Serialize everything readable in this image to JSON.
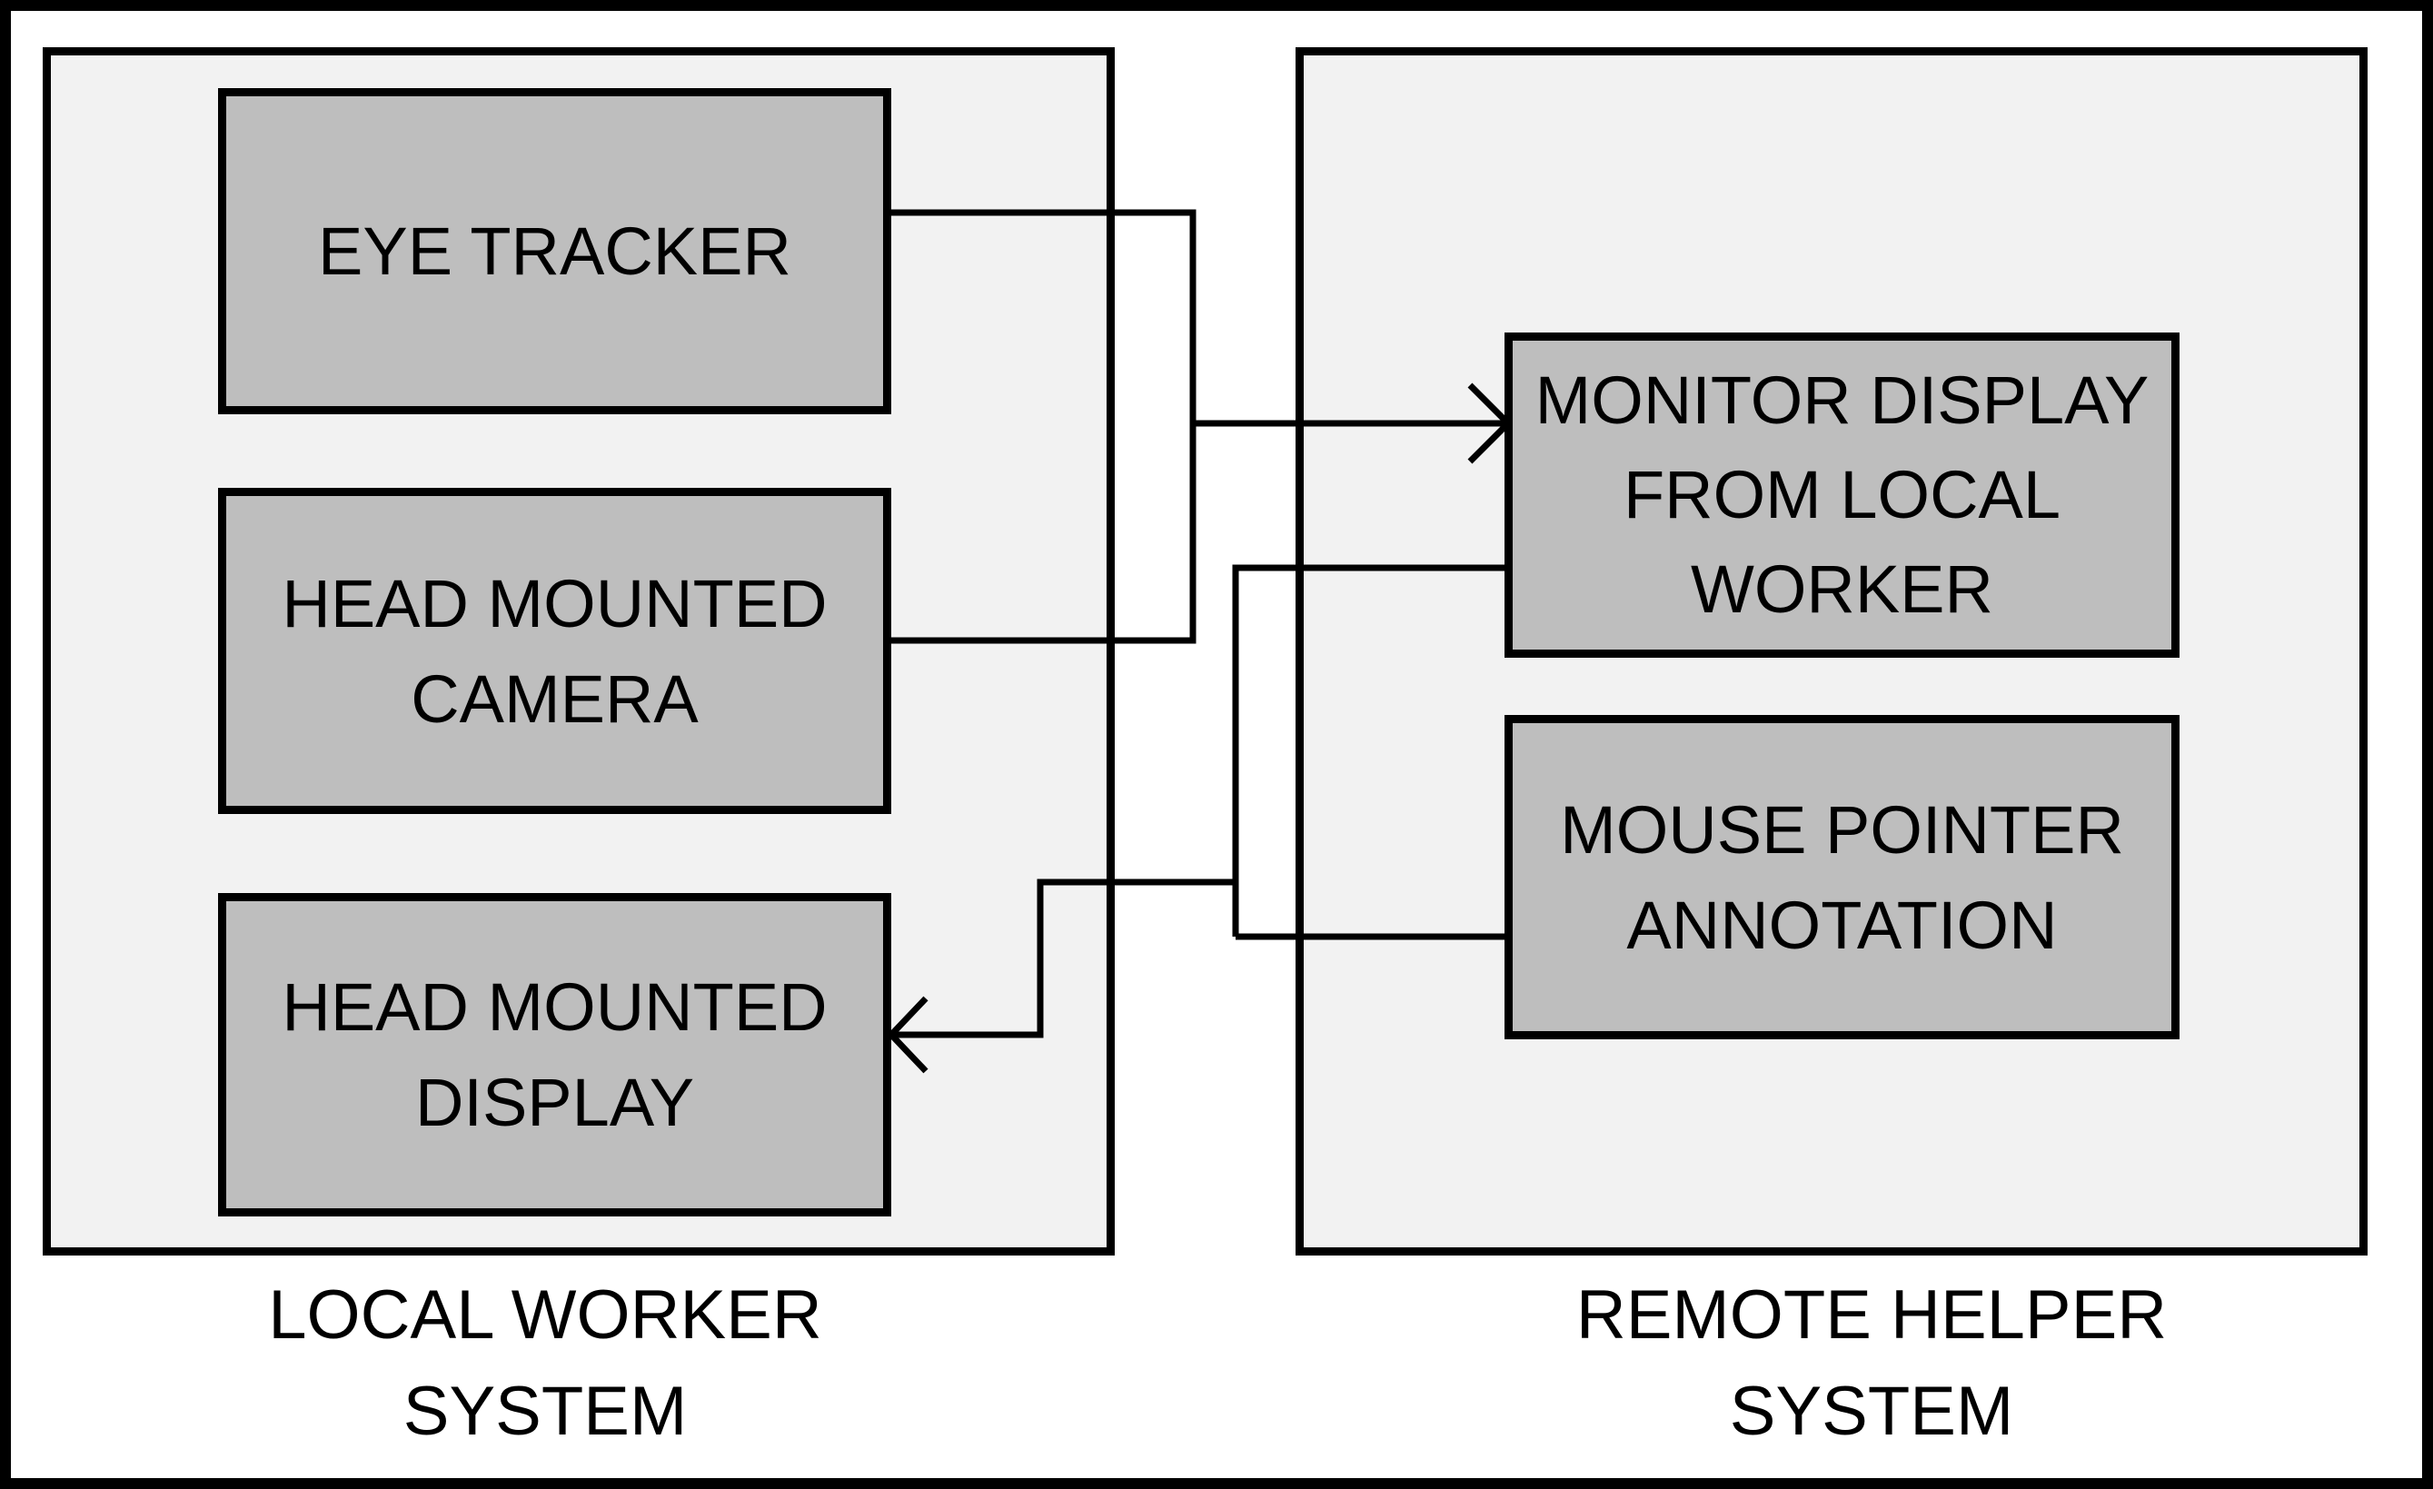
{
  "diagram": {
    "local_system": {
      "caption": "LOCAL WORKER\nSYSTEM",
      "components": {
        "eye_tracker": "EYE TRACKER",
        "head_mounted_camera": "HEAD MOUNTED\nCAMERA",
        "head_mounted_display": "HEAD MOUNTED\nDISPLAY"
      }
    },
    "remote_system": {
      "caption": "REMOTE HELPER\nSYSTEM",
      "components": {
        "monitor_display": "MONITOR DISPLAY\nFROM LOCAL\nWORKER",
        "mouse_pointer": "MOUSE POINTER\nANNOTATION"
      }
    },
    "colors": {
      "outline": "#000000",
      "system_fill": "#f2f2f2",
      "component_fill": "#bebebe"
    },
    "connections": [
      {
        "from": "EYE TRACKER",
        "to": "MONITOR DISPLAY FROM LOCAL WORKER",
        "arrow": "end"
      },
      {
        "from": "HEAD MOUNTED CAMERA",
        "to": "MONITOR DISPLAY FROM LOCAL WORKER",
        "arrow": "end"
      },
      {
        "from": "MONITOR DISPLAY FROM LOCAL WORKER",
        "to": "HEAD MOUNTED DISPLAY",
        "arrow": "end"
      },
      {
        "from": "MOUSE POINTER ANNOTATION",
        "to": "HEAD MOUNTED DISPLAY",
        "arrow": "end"
      }
    ]
  }
}
